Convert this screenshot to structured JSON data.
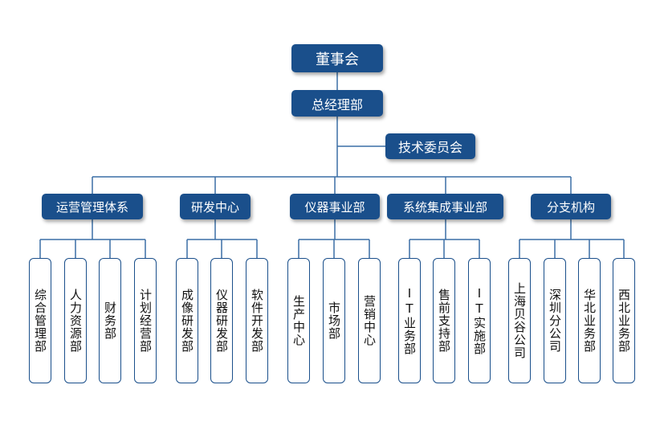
{
  "top": {
    "board": "董事会",
    "gm": "总经理部",
    "committee": "技术委员会"
  },
  "departments": [
    {
      "name": "运营管理体系",
      "children": [
        "综合管理部",
        "人力资源部",
        "财务部",
        "计划经营部"
      ]
    },
    {
      "name": "研发中心",
      "children": [
        "成像研发部",
        "仪器研发部",
        "软件开发部"
      ]
    },
    {
      "name": "仪器事业部",
      "children": [
        "生产中心",
        "市场部",
        "营销中心"
      ]
    },
    {
      "name": "系统集成事业部",
      "children": [
        "IT业务部",
        "售前支持部",
        "IT实施部"
      ]
    },
    {
      "name": "分支机构",
      "children": [
        "上海贝谷公司",
        "深圳分公司",
        "华北业务部",
        "西北业务部"
      ]
    }
  ],
  "colors": {
    "box_fill": "#1a4f8b",
    "line": "#3a6ea5",
    "leaf_border": "#1a4f8b"
  }
}
